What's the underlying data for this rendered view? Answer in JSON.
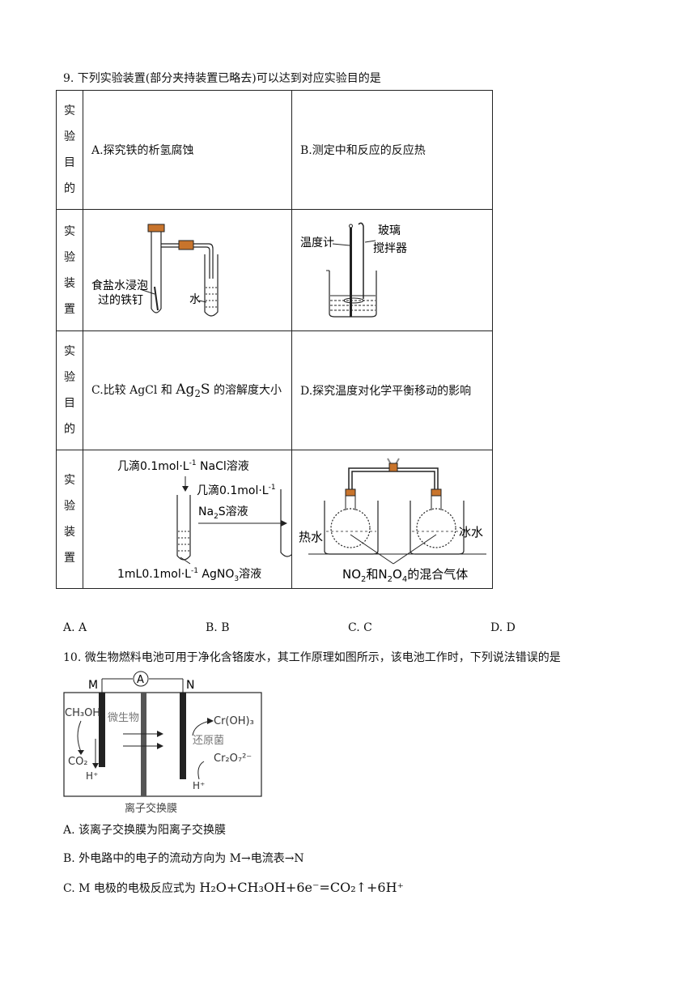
{
  "q9": {
    "stem": "9. 下列实验装置(部分夹持装置已略去)可以达到对应实验目的是",
    "row_label_purpose": [
      "实",
      "验",
      "目",
      "的"
    ],
    "row_label_device": [
      "实",
      "验",
      "装",
      "置"
    ],
    "purpose_A": "A.探究铁的析氢腐蚀",
    "purpose_B": "B.测定中和反应的反应热",
    "purpose_C_pre": "C.比较 AgCl 和 ",
    "purpose_C_chem": "Ag",
    "purpose_C_sub": "2",
    "purpose_C_chem2": "S",
    "purpose_C_post": " 的溶解度大小",
    "purpose_D": "D.探究温度对化学平衡移动的影响",
    "fig_A": {
      "label_nail1": "食盐水浸泡",
      "label_nail2": "过的铁钉",
      "label_water": "水"
    },
    "fig_B": {
      "label_thermo": "温度计",
      "label_glass1": "玻璃",
      "label_glass2": "搅拌器"
    },
    "fig_C": {
      "top_label": "几滴0.1mol·L",
      "top_sup": "-1",
      "top_label2": " NaCl溶液",
      "mid_label": "几滴0.1mol·L",
      "mid_sup": "-1",
      "mid_label2": "Na",
      "mid_sub": "2",
      "mid_label3": "S溶液",
      "bottom_label": "1mL0.1mol·L",
      "bottom_sup": "-1",
      "bottom_label2": " AgNO",
      "bottom_sub": "3",
      "bottom_label3": "溶液"
    },
    "fig_D": {
      "hot": "热水",
      "cold": "冰水",
      "gas_pre": "NO",
      "gas_sub1": "2",
      "gas_mid": "和N",
      "gas_sub2": "2",
      "gas_mid2": "O",
      "gas_sub3": "4",
      "gas_post": "的混合气体"
    },
    "options": [
      "A. A",
      "B. B",
      "C. C",
      "D. D"
    ]
  },
  "q10": {
    "stem": "10. 微生物燃料电池可用于净化含铬废水，其工作原理如图所示，该电池工作时，下列说法错误的是",
    "fig": {
      "M": "M",
      "N": "N",
      "A": "A",
      "ch3oh": "CH₃OH",
      "co2": "CO₂",
      "h_left": "H⁺",
      "microbe": "微生物",
      "reducer": "还原菌",
      "croh": "Cr(OH)₃",
      "cr2o7": "Cr₂O₇²⁻",
      "h_right": "H⁺",
      "membrane": "离子交换膜"
    },
    "optA": "A. 该离子交换膜为阳离子交换膜",
    "optB": "B. 外电路中的电子的流动方向为 M→电流表→N",
    "optC_pre": "C. M 电极的电极反应式为 ",
    "optC_eq": "H₂O+CH₃OH+6e⁻=CO₂↑+6H⁺"
  }
}
